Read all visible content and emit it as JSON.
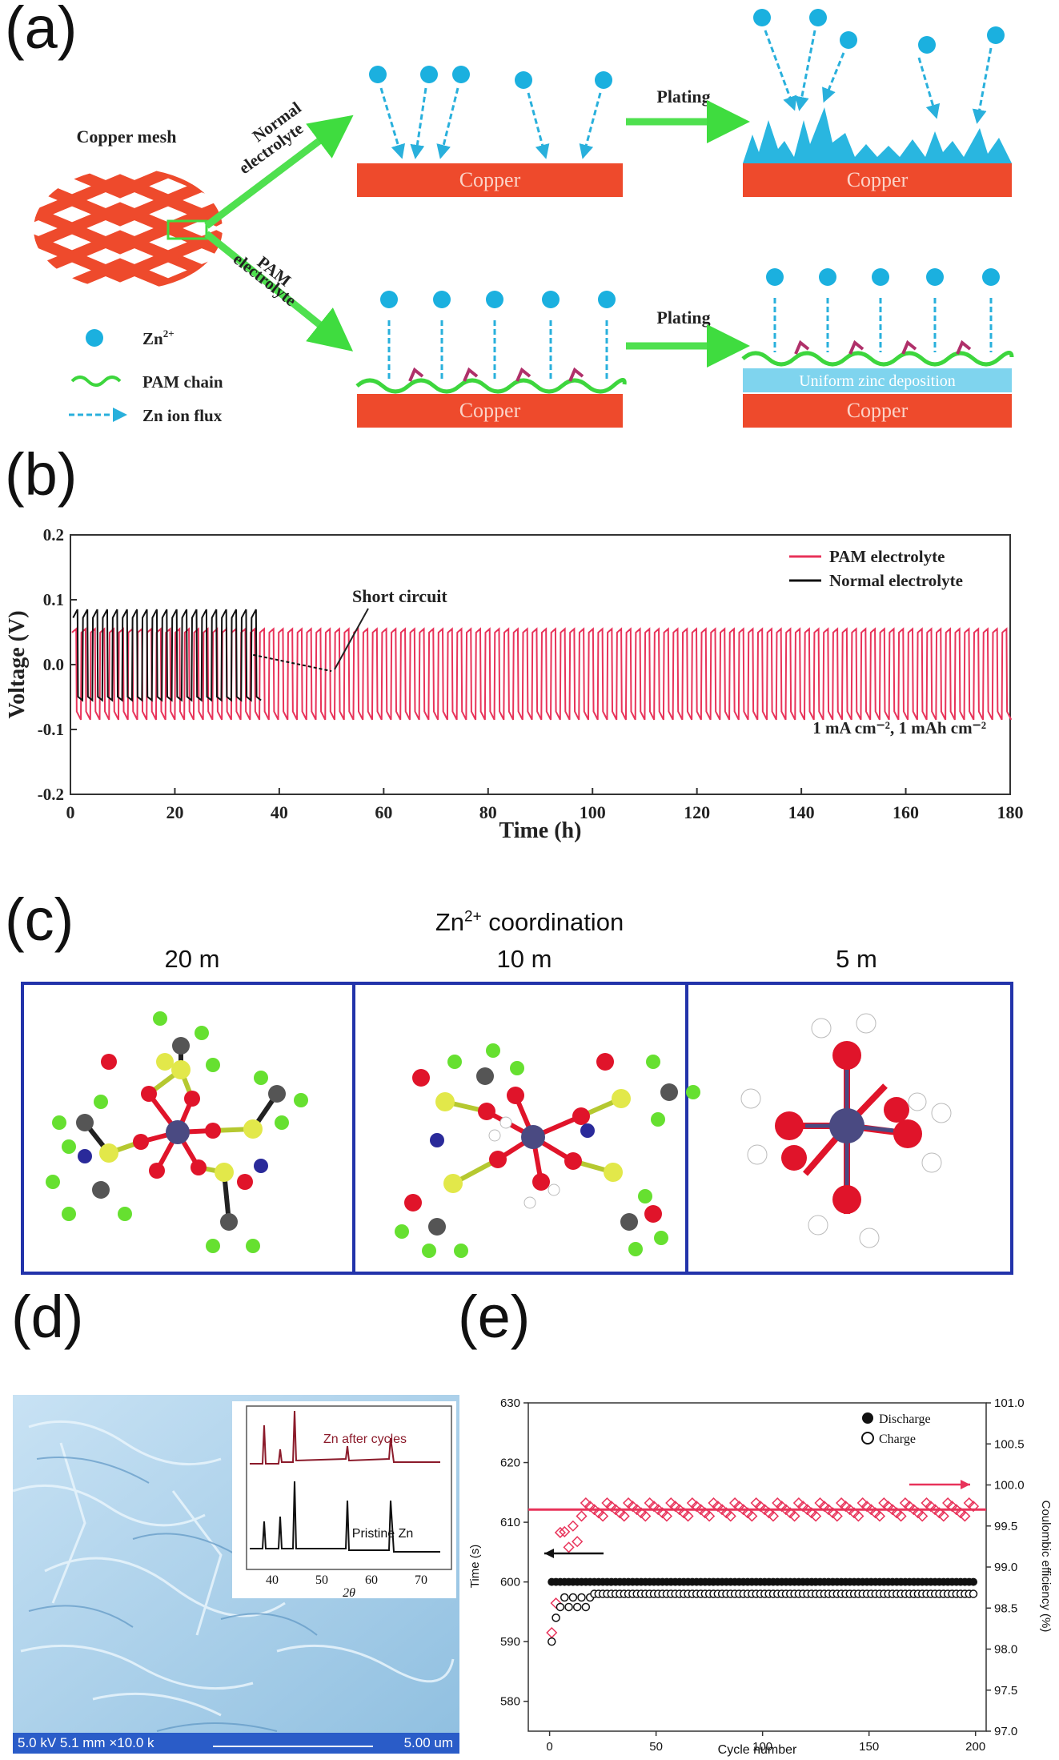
{
  "panels": {
    "a": "(a)",
    "b": "(b)",
    "c": "(c)",
    "d": "(d)",
    "e": "(e)"
  },
  "panel_a": {
    "copper_mesh": "Copper mesh",
    "normal_electrolyte_line1": "Normal",
    "normal_electrolyte_line2": "electrolyte",
    "pam_electrolyte_line1": "PAM",
    "pam_electrolyte_line2": "electrolyte",
    "plating_top": "Plating",
    "plating_bottom": "Plating",
    "copper_label": "Copper",
    "legend_zn": "Zn",
    "legend_zn_sup": "2+",
    "legend_pam": "PAM chain",
    "legend_flux": "Zn ion flux",
    "uniform_deposition": "Uniform zinc deposition",
    "colors": {
      "copper": "#ee4a2c",
      "zn_ion": "#1bb0df",
      "pam": "#3dd63d",
      "arrow": "#4fe04f",
      "dendrite": "#29b6e0",
      "uniform": "#7fd4ee"
    }
  },
  "chart_data": [
    {
      "id": "b",
      "type": "line",
      "xlabel": "Time (h)",
      "ylabel": "Voltage (V)",
      "xlim": [
        0,
        180
      ],
      "ylim": [
        -0.2,
        0.2
      ],
      "xticks": [
        "0",
        "20",
        "40",
        "60",
        "80",
        "100",
        "120",
        "140",
        "160",
        "180"
      ],
      "yticks": [
        "0.2",
        "0.1",
        "0.0",
        "-0.1",
        "-0.2"
      ],
      "annotation": "Short circuit",
      "condition": "1 mA cm⁻², 1 mAh cm⁻²",
      "series": [
        {
          "name": "PAM electrolyte",
          "color": "#e8335a",
          "x_range": [
            0,
            180
          ],
          "amplitude_upper": 0.055,
          "amplitude_lower": -0.085,
          "period_h": 1.8
        },
        {
          "name": "Normal electrolyte",
          "color": "#111111",
          "x_range": [
            0,
            35
          ],
          "amplitude_upper": 0.085,
          "amplitude_lower": -0.055,
          "period_h": 1.9,
          "short_circuit_range": [
            35,
            50
          ]
        }
      ]
    },
    {
      "id": "e",
      "type": "scatter",
      "xlabel": "Cycle number",
      "ylabel": "Time (s)",
      "ylabel_right": "Coulombic efficiency (%)",
      "xlim": [
        -10,
        205
      ],
      "ylim": [
        575,
        630
      ],
      "ylim_right": [
        97.0,
        101.0
      ],
      "xticks": [
        "0",
        "50",
        "100",
        "150",
        "200"
      ],
      "yticks": [
        "630",
        "620",
        "610",
        "600",
        "590",
        "580"
      ],
      "yticks_right": [
        "101.0",
        "100.5",
        "100.0",
        "99.5",
        "99.0",
        "98.5",
        "98.0",
        "97.5",
        "97.0"
      ],
      "series": [
        {
          "name": "Discharge",
          "marker": "filled-circle",
          "color": "#111111",
          "cycles": [
            1,
            200
          ],
          "value": 600
        },
        {
          "name": "Charge",
          "marker": "open-circle",
          "color": "#111111",
          "cycles": [
            1,
            200
          ],
          "value_start": 588,
          "value_plateau": 598
        },
        {
          "name": "Coulombic efficiency",
          "marker": "open-diamond",
          "color": "#e8335a",
          "cycles": [
            1,
            200
          ],
          "value_start": 98.0,
          "value_plateau": 99.7
        }
      ]
    }
  ],
  "panel_c": {
    "title": "Zn",
    "title_sup": "2+",
    "title_rest": " coordination",
    "labels": [
      "20 m",
      "10 m",
      "5 m"
    ],
    "border_color": "#2233aa"
  },
  "panel_d": {
    "sem_info": "5.0 kV 5.1 mm ×10.0 k",
    "scale_bar": "5.00 um",
    "inset_after": "Zn after cycles",
    "inset_pristine": "Pristine Zn",
    "inset_xlabel": "2θ",
    "inset_xticks": [
      "40",
      "50",
      "60",
      "70"
    ]
  }
}
